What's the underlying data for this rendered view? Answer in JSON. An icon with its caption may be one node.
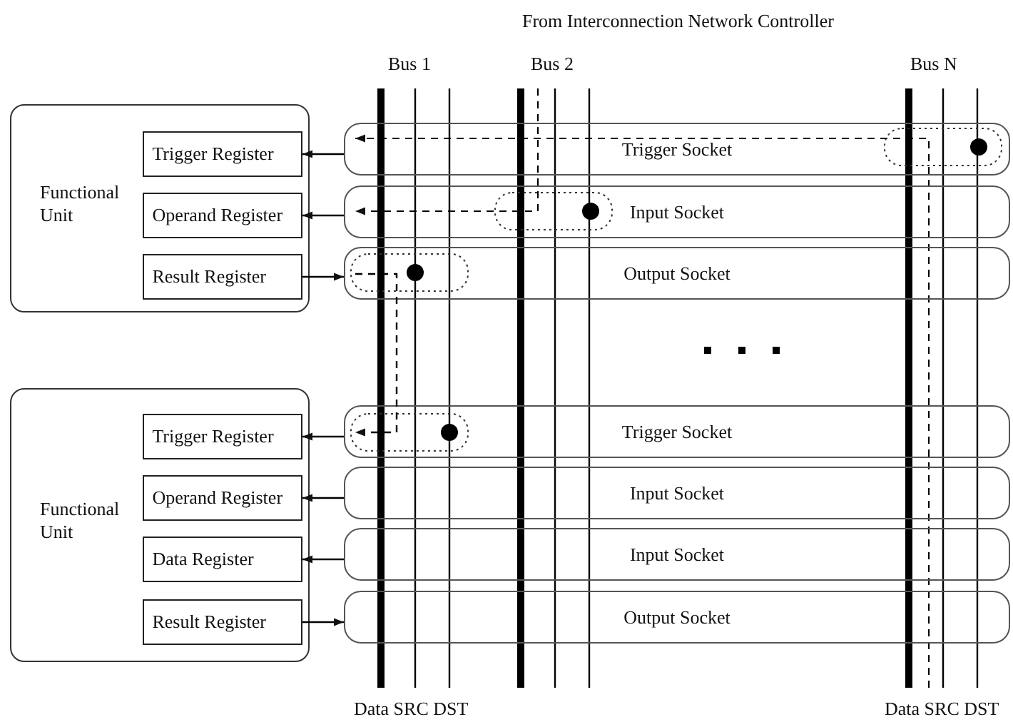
{
  "diagram": {
    "nodes": [
      {
        "text": [
          "Functional Unit"
        ]
      },
      {
        "text": [
          "Trigger Register"
        ],
        "in": 0
      },
      {
        "text": [
          "Operand Register"
        ],
        "in": 0
      },
      {
        "text": [
          "Result Register"
        ],
        "in": 0
      },
      {
        "text": [
          "Trigger Socket"
        ]
      },
      {
        "text": [
          "Input Socket"
        ]
      },
      {
        "text": [
          "Output Socket"
        ]
      },
      {
        "text": [
          "Functional Unit"
        ]
      },
      {
        "text": [
          "Trigger Register"
        ],
        "in": 7
      },
      {
        "text": [
          "Operand Register"
        ],
        "in": 7
      },
      {
        "text": [
          "Data Register"
        ],
        "in": 7
      },
      {
        "text": [
          "Result Register"
        ],
        "in": 7
      },
      {
        "text": [
          "Trigger Socket"
        ]
      },
      {
        "text": [
          "Input Socket"
        ]
      },
      {
        "text": [
          "Input Socket"
        ]
      },
      {
        "text": [
          "Output Socket"
        ]
      }
    ],
    "edges": [
      {
        "from": 4,
        "to": 1,
        "arrow": "to"
      },
      {
        "from": 5,
        "to": 2,
        "arrow": "to"
      },
      {
        "from": 3,
        "to": 6,
        "arrow": "to"
      },
      {
        "from": 12,
        "to": 8,
        "arrow": "to"
      },
      {
        "from": 13,
        "to": 9,
        "arrow": "to"
      },
      {
        "from": 14,
        "to": 10,
        "arrow": "to"
      },
      {
        "from": 11,
        "to": 15,
        "arrow": "to"
      },
      {
        "from": 6,
        "to": 12,
        "arrow": "to",
        "style": "dashed"
      }
    ],
    "labels": [
      "From Interconnection Network Controller",
      "Bus 1",
      "Bus 2",
      "Bus N",
      "Data SRC DST",
      "Data SRC DST"
    ]
  }
}
